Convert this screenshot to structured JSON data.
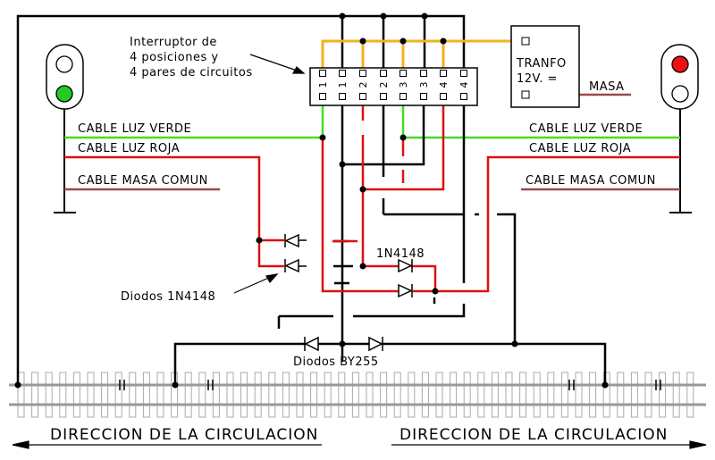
{
  "labels": {
    "switch_line1": "Interruptor de",
    "switch_line2": "4 posiciones y",
    "switch_line3": "4 pares de circuitos",
    "tranfo_line1": "TRANFO",
    "tranfo_line2": "12V. =",
    "masa": "MASA",
    "cable_verde_left": "CABLE LUZ VERDE",
    "cable_roja_left": "CABLE LUZ ROJA",
    "cable_masa_left": "CABLE MASA COMUN",
    "cable_verde_right": "CABLE LUZ VERDE",
    "cable_roja_right": "CABLE LUZ ROJA",
    "cable_masa_right": "CABLE MASA COMUN",
    "diodos_1n4148": "Diodos 1N4148",
    "diode_1n4148": "1N4148",
    "diodos_by255": "Diodos BY255",
    "direccion_left": "DIRECCION DE LA CIRCULACION",
    "direccion_right": "DIRECCION DE LA CIRCULACION"
  },
  "switch_pins": {
    "top": [
      "1",
      "1",
      "2",
      "2",
      "3",
      "3",
      "4",
      "4"
    ],
    "bottom": [
      "1",
      "1",
      "2",
      "2",
      "3",
      "3",
      "4",
      "4"
    ]
  },
  "colors": {
    "green_wire": "#44dd22",
    "red_wire": "#dd1111",
    "yellow_wire": "#f2b21f",
    "masa_wire": "#9a4a4a",
    "black_wire": "#000000",
    "rail": "#999999",
    "signal_green": "#22cc22",
    "signal_red": "#ee1111"
  }
}
